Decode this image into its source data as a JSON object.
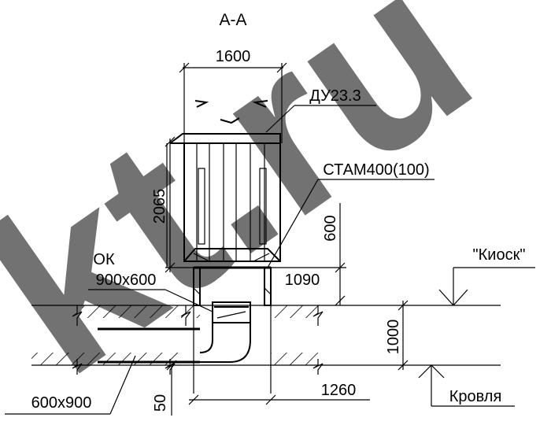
{
  "section": {
    "title": "А-А"
  },
  "dimensions": {
    "top_width": "1600",
    "height_total": "2065",
    "height_upper": "600",
    "opening_right": "1090",
    "height_roof": "1000",
    "bottom_width": "1260",
    "bottom_small": "50"
  },
  "callouts": {
    "deflector": "ДУ23.3",
    "stand": "СТАМ400(100)",
    "valve_name": "ОК",
    "valve_size": "900х600",
    "duct_size": "600х900",
    "kiosk_level": "\"Киоск\"",
    "roof_level": "Кровля"
  },
  "watermark": {
    "text": "kt.ru",
    "color": "#000000"
  }
}
